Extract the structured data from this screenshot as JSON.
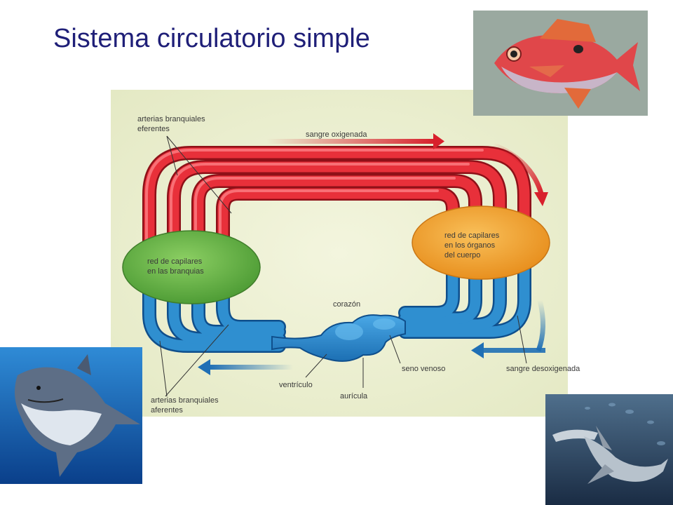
{
  "title": "Sistema circulatorio simple",
  "labels": {
    "efferent_arteries": [
      "arterias branquiales",
      "eferentes"
    ],
    "oxygenated_blood": "sangre oxigenada",
    "gill_capillaries": [
      "red de capilares",
      "en las branquias"
    ],
    "body_capillaries": [
      "red de capilares",
      "en los órganos",
      "del cuerpo"
    ],
    "heart": "corazón",
    "venous_sinus": "seno venoso",
    "deoxygenated_blood": "sangre desoxigenada",
    "ventricle": "ventrículo",
    "atrium": "aurícula",
    "afferent_arteries": [
      "arterias branquiales",
      "aferentes"
    ]
  },
  "colors": {
    "oxygenated": "#d8202c",
    "deoxygenated": "#2f8fd0",
    "gill_net": "#6ab84a",
    "body_net": "#f3a838",
    "background": "#eef0d4",
    "title": "#1f1f78"
  },
  "icons": {
    "top_right": "red-fish-photo",
    "bottom_left": "great-white-shark-photo",
    "bottom_right": "hammerhead-shark-photo"
  }
}
